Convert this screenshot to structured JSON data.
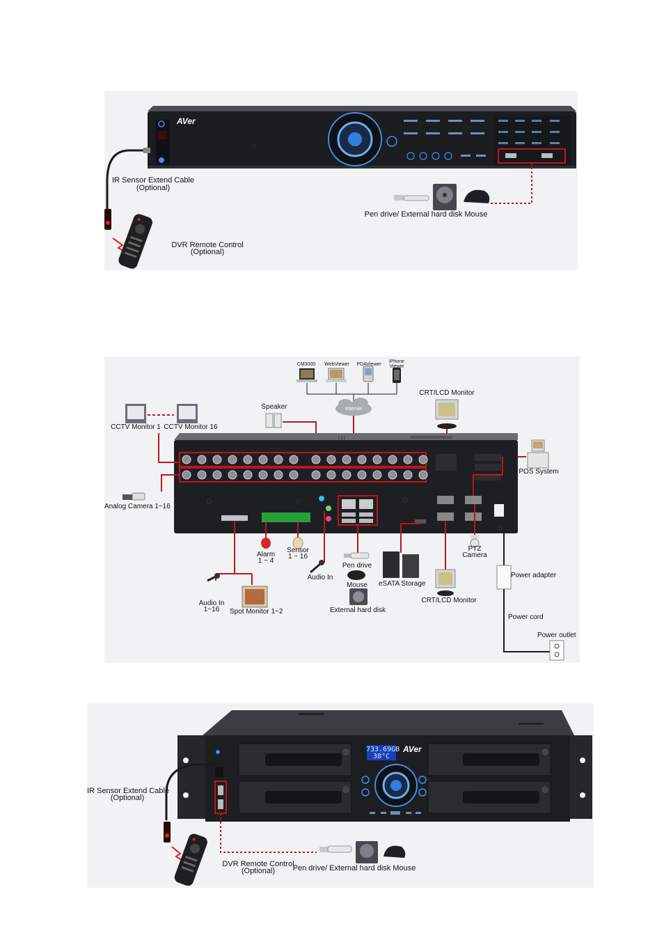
{
  "diagram1": {
    "brand": "AVer",
    "ir_sensor": [
      "IR Sensor Extend Cable",
      "(Optional)"
    ],
    "remote": [
      "DVR Remote Control",
      "(Optional)"
    ],
    "usb_devices": "Pen drive/ External hard disk Mouse"
  },
  "diagram2": {
    "viewers": [
      "CM3000",
      "WebViewer",
      "PDAViewer",
      "iPhone",
      "Viewer"
    ],
    "internet": "Internet",
    "speaker": "Speaker",
    "crt_top": "CRT/LCD Monitor",
    "cctv1": "CCTV Monitor 1",
    "cctv16": "CCTV Monitor 16",
    "pos": "POS System",
    "analog_camera": "Analog Camera 1~16",
    "alarm": [
      "Alarm",
      "1 ~ 4"
    ],
    "sensor": [
      "Sensor",
      "1 ~ 16"
    ],
    "audio_in": "Audio In",
    "pen_drive": "Pen drive",
    "mouse": "Mouse",
    "external_hdd": "External hard disk",
    "esata": "eSATA Storage",
    "ptz": [
      "PTZ",
      "Camera"
    ],
    "crt_bottom": "CRT/LCD Monitor",
    "power_adapter": "Power adapter",
    "power_cord": "Power cord",
    "power_outlet": "Power outlet",
    "audio_in_multi": [
      "Audio In",
      "1~16"
    ],
    "spot_monitor": "Spot Monitor 1~2"
  },
  "diagram3": {
    "brand": "AVer",
    "lcd": [
      "733.69GB",
      "38°C"
    ],
    "ir_sensor": [
      "IR Sensor Extend Cable",
      "(Optional)"
    ],
    "remote": [
      "DVR Remote Control",
      "(Optional)"
    ],
    "usb_devices": "Pen drive/ External hard disk Mouse"
  },
  "colors": {
    "cable_red": "#c0141c",
    "device_black": "#1c1d20",
    "panel_bg": "#f1f2f4",
    "led_blue": "#3d8ff0"
  }
}
